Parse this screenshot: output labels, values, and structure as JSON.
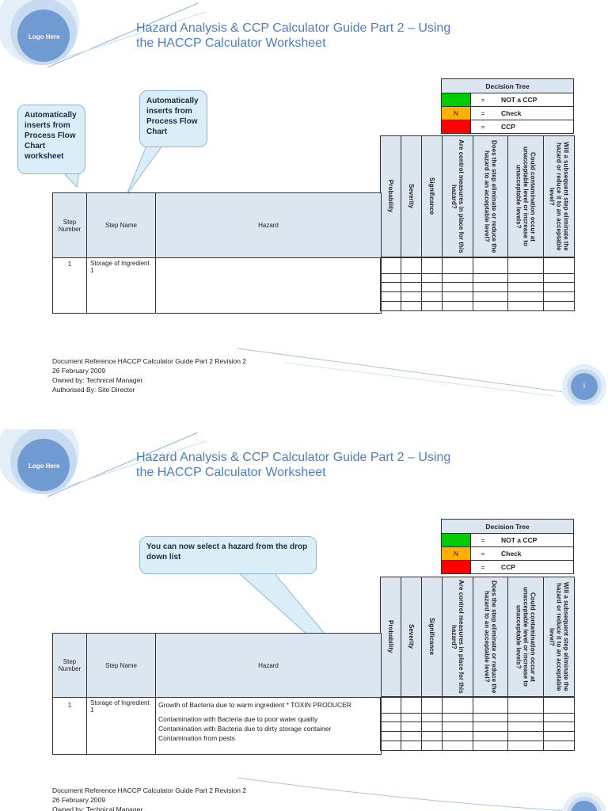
{
  "slides": [
    {
      "logo": "Logo Here",
      "title_line1": "Hazard Analysis & CCP Calculator Guide Part 2 – Using",
      "title_line2": "the HACCP Calculator Worksheet",
      "callouts": [
        "Automatically inserts from Process Flow Chart worksheet",
        "Automatically inserts from Process Flow Chart"
      ],
      "page_number": "1"
    },
    {
      "logo": "Logo Here",
      "title_line1": "Hazard Analysis & CCP Calculator Guide Part 2 – Using",
      "title_line2": "the HACCP Calculator Worksheet",
      "callouts": [
        "You can now select a hazard from the drop down list"
      ],
      "hazard_options": [
        "Growth of Bacteria due to warm ingredient * TOXIN PRODUCER",
        "Contamination with Bacteria due to poor water quality",
        "Contamination with Bacteria due to dirty storage container",
        "Contamination from pests"
      ]
    }
  ],
  "decision_tree": {
    "title": "Decision Tree",
    "rows": [
      {
        "symbol": "",
        "color": "#00cc00",
        "eq": "=",
        "label": "NOT a CCP"
      },
      {
        "symbol": "N",
        "color": "#ffb000",
        "eq": "=",
        "label": "Check"
      },
      {
        "symbol": "",
        "color": "#ff0000",
        "eq": "=",
        "label": "CCP"
      }
    ]
  },
  "table": {
    "headers": {
      "step_number": "Step Number",
      "step_name": "Step Name",
      "hazard": "Hazard",
      "probability": "Probability",
      "severity": "Severity",
      "significance": "Significance",
      "q1": "Are control measures in place for this hazard?",
      "q2": "Does the step eliminate or reduce the hazard to an acceptable level?",
      "q3": "Could contamination occur at unacceptable level or increase to unacceptable levels?",
      "q4": "Will a subsequent step eliminate the hazard or reduce it to an acceptable level?"
    },
    "row": {
      "step_number": "1",
      "step_name": "Storage of Ingredient 1"
    }
  },
  "footer": {
    "line1": "Document Reference HACCP Calculator Guide Part 2 Revision 2",
    "line2": "26 February 2009",
    "line3": "Owned by: Technical Manager",
    "line4": "Authorised By: Site Director"
  }
}
